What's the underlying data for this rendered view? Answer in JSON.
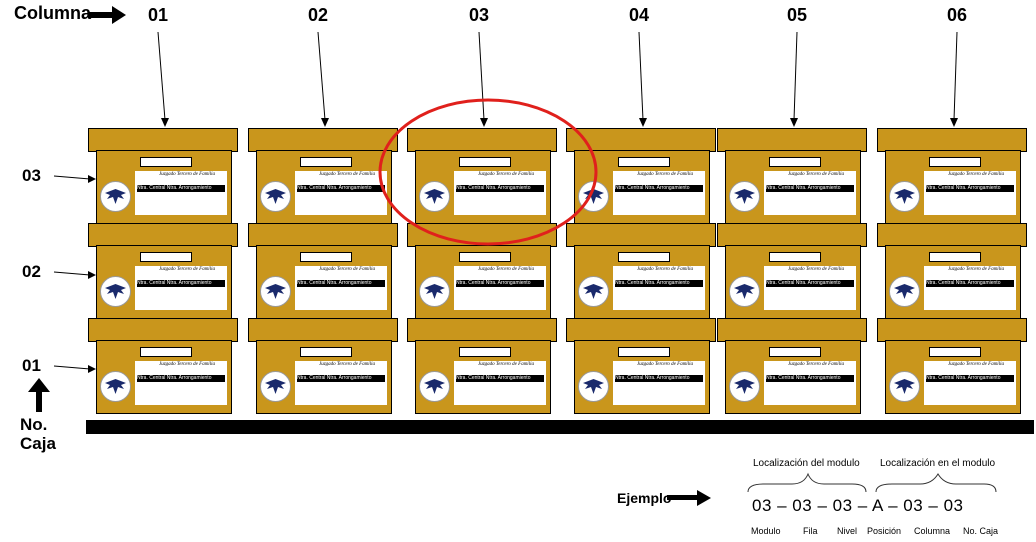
{
  "header": {
    "columna_label": "Columna"
  },
  "columns": [
    "01",
    "02",
    "03",
    "04",
    "05",
    "06"
  ],
  "levels": [
    "03",
    "02",
    "01"
  ],
  "no_caja_label": "No.\nCaja",
  "box_label": {
    "title": "Juzgado Tercero de Familia",
    "bar": "Ntra. Central Ntra. Arrongamiento"
  },
  "highlight": {
    "column": "03",
    "level": "03",
    "color": "#e0201c"
  },
  "example": {
    "label": "Ejemplo",
    "group_module": "Localización del modulo",
    "group_location": "Localización en el modulo",
    "code": "03 – 03 – 03 – A – 03 – 03",
    "parts": [
      "Modulo",
      "Fila",
      "Nivel",
      "Posición",
      "Columna",
      "No. Caja"
    ]
  }
}
